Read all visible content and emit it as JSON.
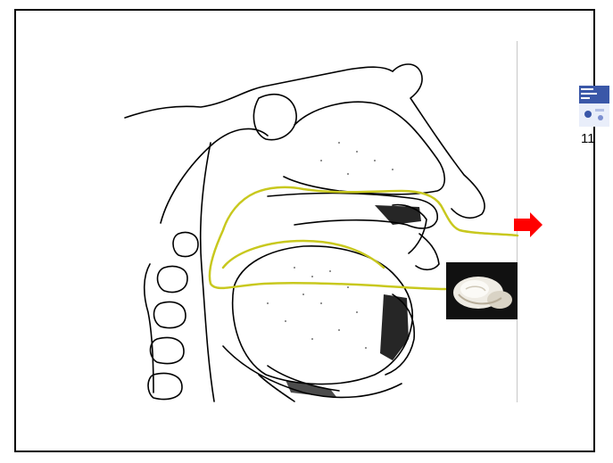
{
  "slide": {
    "page_number": "11"
  },
  "colors": {
    "airflow_line": "#c8c81e",
    "arrow": "#ff0000",
    "outline": "#000000",
    "thumbnail_blue": "#3a57a8"
  },
  "icons": {
    "arrow": "red-right-arrow-icon",
    "thumbnail": "book-cover-thumbnail",
    "photo": "mushroom-photo"
  }
}
